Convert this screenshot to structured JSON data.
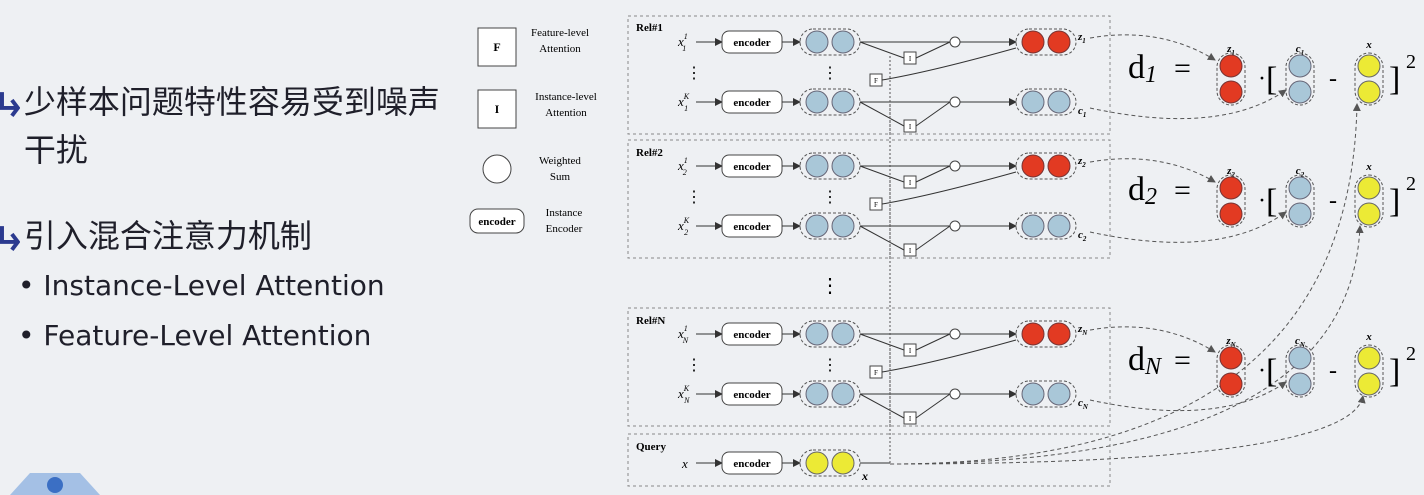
{
  "bullets": [
    {
      "text": "少样本问题特性容易受到噪声干扰"
    },
    {
      "text": "引入混合注意力机制"
    }
  ],
  "sub_bullets": [
    "Instance-Level Attention",
    "Feature-Level Attention"
  ],
  "legend": {
    "f_symbol": "F",
    "f_label1": "Feature-level",
    "f_label2": "Attention",
    "i_symbol": "I",
    "i_label1": "Instance-level",
    "i_label2": "Attention",
    "ws_label1": "Weighted",
    "ws_label2": "Sum",
    "enc_symbol": "encoder",
    "enc_label1": "Instance",
    "enc_label2": "Encoder"
  },
  "diagram": {
    "rel1": "Rel#1",
    "rel2": "Rel#2",
    "relN": "Rel#N",
    "query": "Query",
    "encoder": "encoder",
    "x11": "x",
    "sub1": "1",
    "sup1": "1",
    "supK": "K",
    "sub2": "2",
    "subN": "N",
    "x_query": "x",
    "z1": "z",
    "c1": "c",
    "z2": "z",
    "c2": "c",
    "zN": "z",
    "cN": "c",
    "dots": "⋮",
    "f_box": "F",
    "i_box": "I"
  },
  "equations": [
    {
      "d": "d",
      "sub": "1"
    },
    {
      "d": "d",
      "sub": "2"
    },
    {
      "d": "d",
      "sub": "N"
    }
  ],
  "eq_headers": {
    "z": "z",
    "c": "c",
    "x": "x"
  },
  "colors": {
    "red": "#e23a22",
    "blue": "#a9c7d8",
    "yellow": "#ecea35",
    "arrow": "#2b3a8f"
  }
}
